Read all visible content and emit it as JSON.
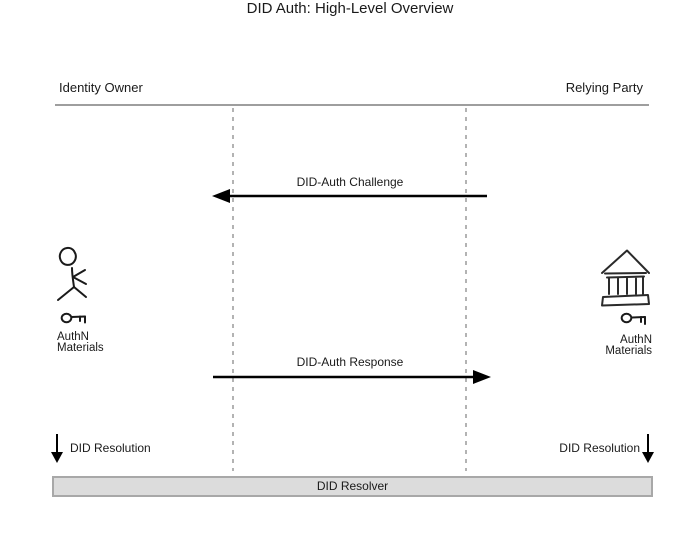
{
  "title": "DID Auth: High-Level Overview",
  "participants": {
    "left": "Identity Owner",
    "right": "Relying Party"
  },
  "messages": [
    {
      "label": "DID-Auth Challenge",
      "direction": "right-to-left"
    },
    {
      "label": "DID-Auth Response",
      "direction": "left-to-right"
    }
  ],
  "actors": {
    "left": {
      "icon": "person-stick-figure-icon",
      "key_icon": "key-icon",
      "caption": [
        "AuthN",
        "Materials"
      ]
    },
    "right": {
      "icon": "bank-building-icon",
      "key_icon": "key-icon",
      "caption": [
        "AuthN",
        "Materials"
      ]
    }
  },
  "resolution": {
    "left": "DID Resolution",
    "right": "DID Resolution"
  },
  "resolver": {
    "label": "DID Resolver"
  },
  "colors": {
    "background": "#ffffff",
    "text": "#1a1a1a",
    "arrow": "#000000",
    "lifeline": "#b3b3b3",
    "participant_line": "#9e9e9e",
    "resolver_fill": "#dcdcdc",
    "resolver_border": "#a8a8a8"
  }
}
